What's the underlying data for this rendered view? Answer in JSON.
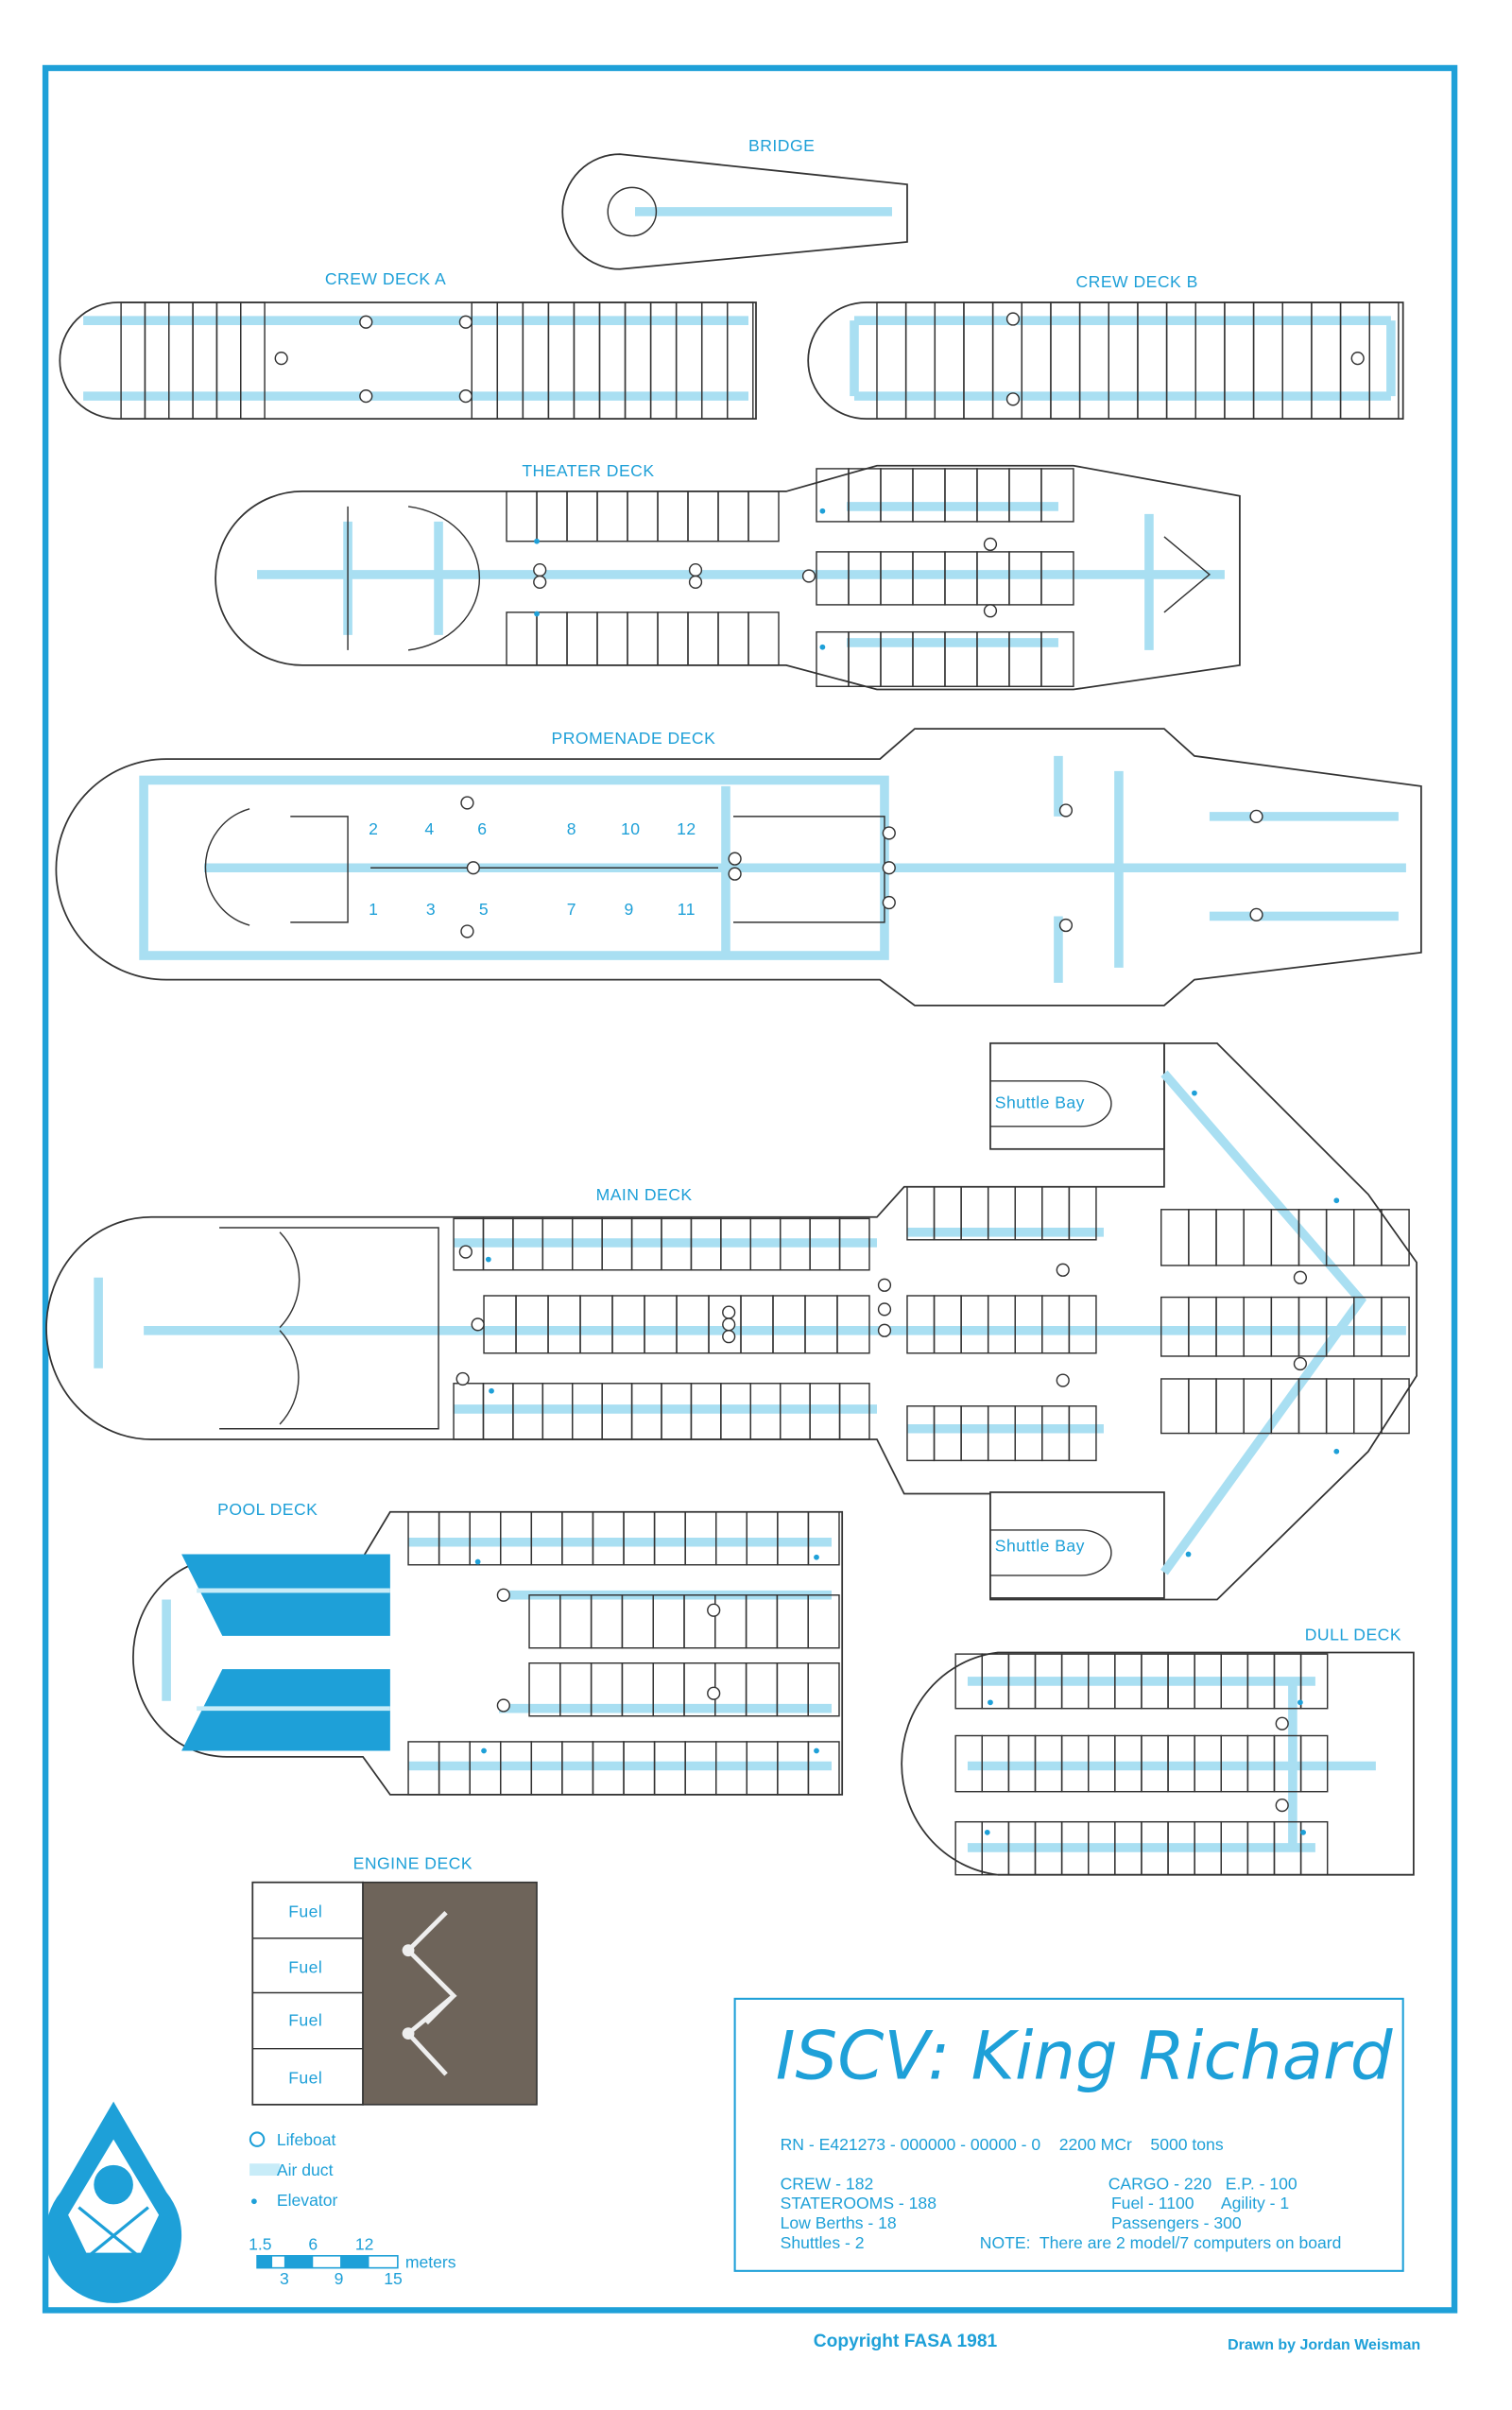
{
  "decks": {
    "bridge": "BRIDGE",
    "crew_a": "CREW DECK A",
    "crew_b": "CREW DECK B",
    "theater": "THEATER DECK",
    "promenade": "PROMENADE DECK",
    "main": "MAIN DECK",
    "pool": "POOL DECK",
    "dull": "DULL DECK",
    "engine": "ENGINE DECK"
  },
  "promenade_rooms": [
    "1",
    "2",
    "3",
    "4",
    "5",
    "6",
    "7",
    "8",
    "9",
    "10",
    "11",
    "12"
  ],
  "shuttle_bay": "Shuttle Bay",
  "engine_fuel": [
    "Fuel",
    "Fuel",
    "Fuel",
    "Fuel"
  ],
  "legend": {
    "lifeboat": "Lifeboat",
    "air_duct": "Air duct",
    "elevator": "Elevator"
  },
  "scale": {
    "top_ticks": [
      "1.5",
      "6",
      "12"
    ],
    "bottom_ticks": [
      "3",
      "9",
      "15"
    ],
    "unit": "meters"
  },
  "ship": {
    "title": "ISCV: King Richard",
    "rn_line": "RN - E421273 - 000000 - 00000 - 0    2200 MCr    5000 tons",
    "left_stats": [
      "CREW - 182",
      "STATEROOMS - 188",
      "Low Berths - 18",
      "Shuttles - 2"
    ],
    "right_stats": [
      "CARGO - 220   E.P. - 100",
      "Fuel - 1100      Agility - 1",
      "Passengers - 300"
    ],
    "note": "NOTE:  There are 2 model/7 computers on board"
  },
  "footer": {
    "copyright": "Copyright FASA 1981",
    "credit": "Drawn by Jordan Weisman"
  },
  "colors": {
    "accent": "#1ea0d8",
    "duct": "#a9dff2",
    "pool": "#1ea0d8",
    "engine": "#6e645a"
  }
}
